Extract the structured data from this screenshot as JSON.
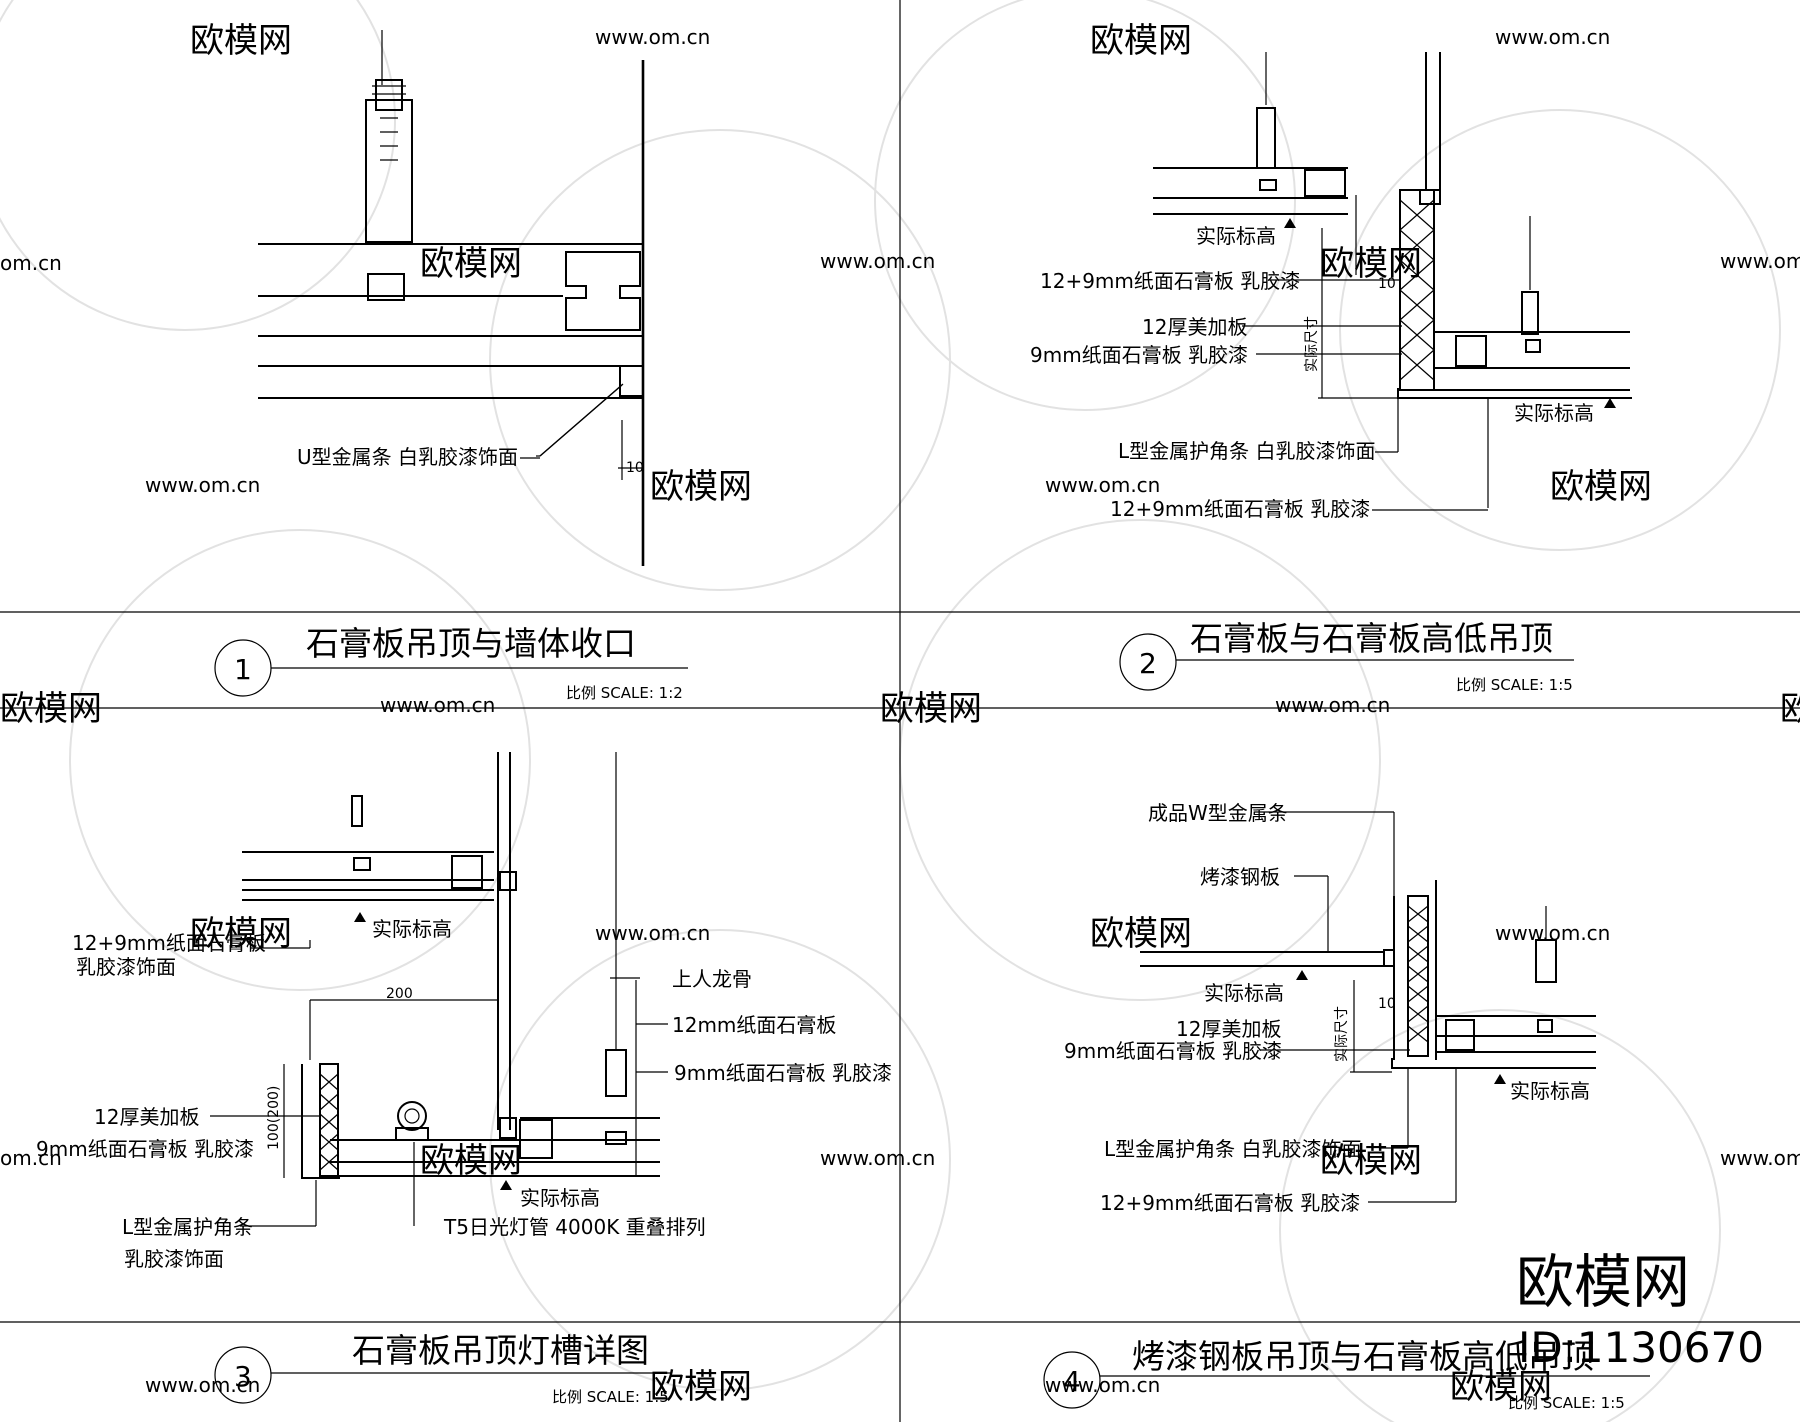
{
  "watermark": {
    "brand": "欧模网",
    "url": "www.om.cn",
    "url_partial": "om.cn"
  },
  "brand_stamp": {
    "logo": "欧模网",
    "id": "ID:1130670"
  },
  "panels": [
    {
      "number": "1",
      "title": "石膏板吊顶与墙体收口",
      "scale": "比例 SCALE: 1:2",
      "labels": [
        "U型金属条  白乳胶漆饰面"
      ],
      "dims": [
        "10"
      ]
    },
    {
      "number": "2",
      "title": "石膏板与石膏板高低吊顶",
      "scale": "比例 SCALE: 1:5",
      "labels": [
        "实际标高",
        "12+9mm纸面石膏板  乳胶漆",
        "12厚美加板",
        "9mm纸面石膏板  乳胶漆",
        "实际标高",
        "L型金属护角条  白乳胶漆饰面",
        "12+9mm纸面石膏板  乳胶漆"
      ],
      "dims": [
        "10",
        "实际尺寸"
      ]
    },
    {
      "number": "3",
      "title": "石膏板吊顶灯槽详图",
      "scale": "比例 SCALE: 1:5",
      "labels": [
        "实际标高",
        "12+9mm纸面石膏板",
        "乳胶漆饰面",
        "上人龙骨",
        "12mm纸面石膏板",
        "9mm纸面石膏板  乳胶漆",
        "12厚美加板",
        "9mm纸面石膏板  乳胶漆",
        "实际标高",
        "L型金属护角条",
        "乳胶漆饰面",
        "T5日光灯管  4000K  重叠排列"
      ],
      "dims": [
        "200",
        "100(200)"
      ]
    },
    {
      "number": "4",
      "title": "烤漆钢板吊顶与石膏板高低吊顶",
      "scale": "比例 SCALE: 1:5",
      "labels": [
        "成品W型金属条",
        "烤漆钢板",
        "实际标高",
        "12厚美加板",
        "9mm纸面石膏板  乳胶漆",
        "实际标高",
        "L型金属护角条  白乳胶漆饰面",
        "12+9mm纸面石膏板  乳胶漆"
      ],
      "dims": [
        "10",
        "实际尺寸"
      ]
    }
  ]
}
